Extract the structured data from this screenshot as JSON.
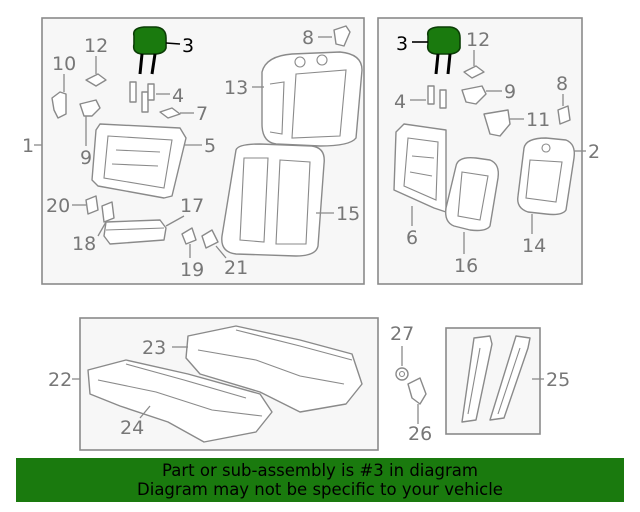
{
  "colors": {
    "highlight": "#1a7a0e",
    "line": "#8a8a8a",
    "label": "#777777",
    "banner_bg": "#1a7a0e"
  },
  "labels": {
    "l1": "1",
    "l2": "2",
    "l3a": "3",
    "l3b": "3",
    "l4a": "4",
    "l4b": "4",
    "l5": "5",
    "l6": "6",
    "l7": "7",
    "l8a": "8",
    "l8b": "8",
    "l9a": "9",
    "l9b": "9",
    "l10": "10",
    "l11": "11",
    "l12a": "12",
    "l12b": "12",
    "l13": "13",
    "l14": "14",
    "l15": "15",
    "l16": "16",
    "l17": "17",
    "l18": "18",
    "l19": "19",
    "l20": "20",
    "l21": "21",
    "l22": "22",
    "l23": "23",
    "l24": "24",
    "l25": "25",
    "l26": "26",
    "l27": "27"
  },
  "banner": {
    "line1": "Part or sub-assembly is #3 in diagram",
    "line2": "Diagram may not be specific to your vehicle"
  }
}
